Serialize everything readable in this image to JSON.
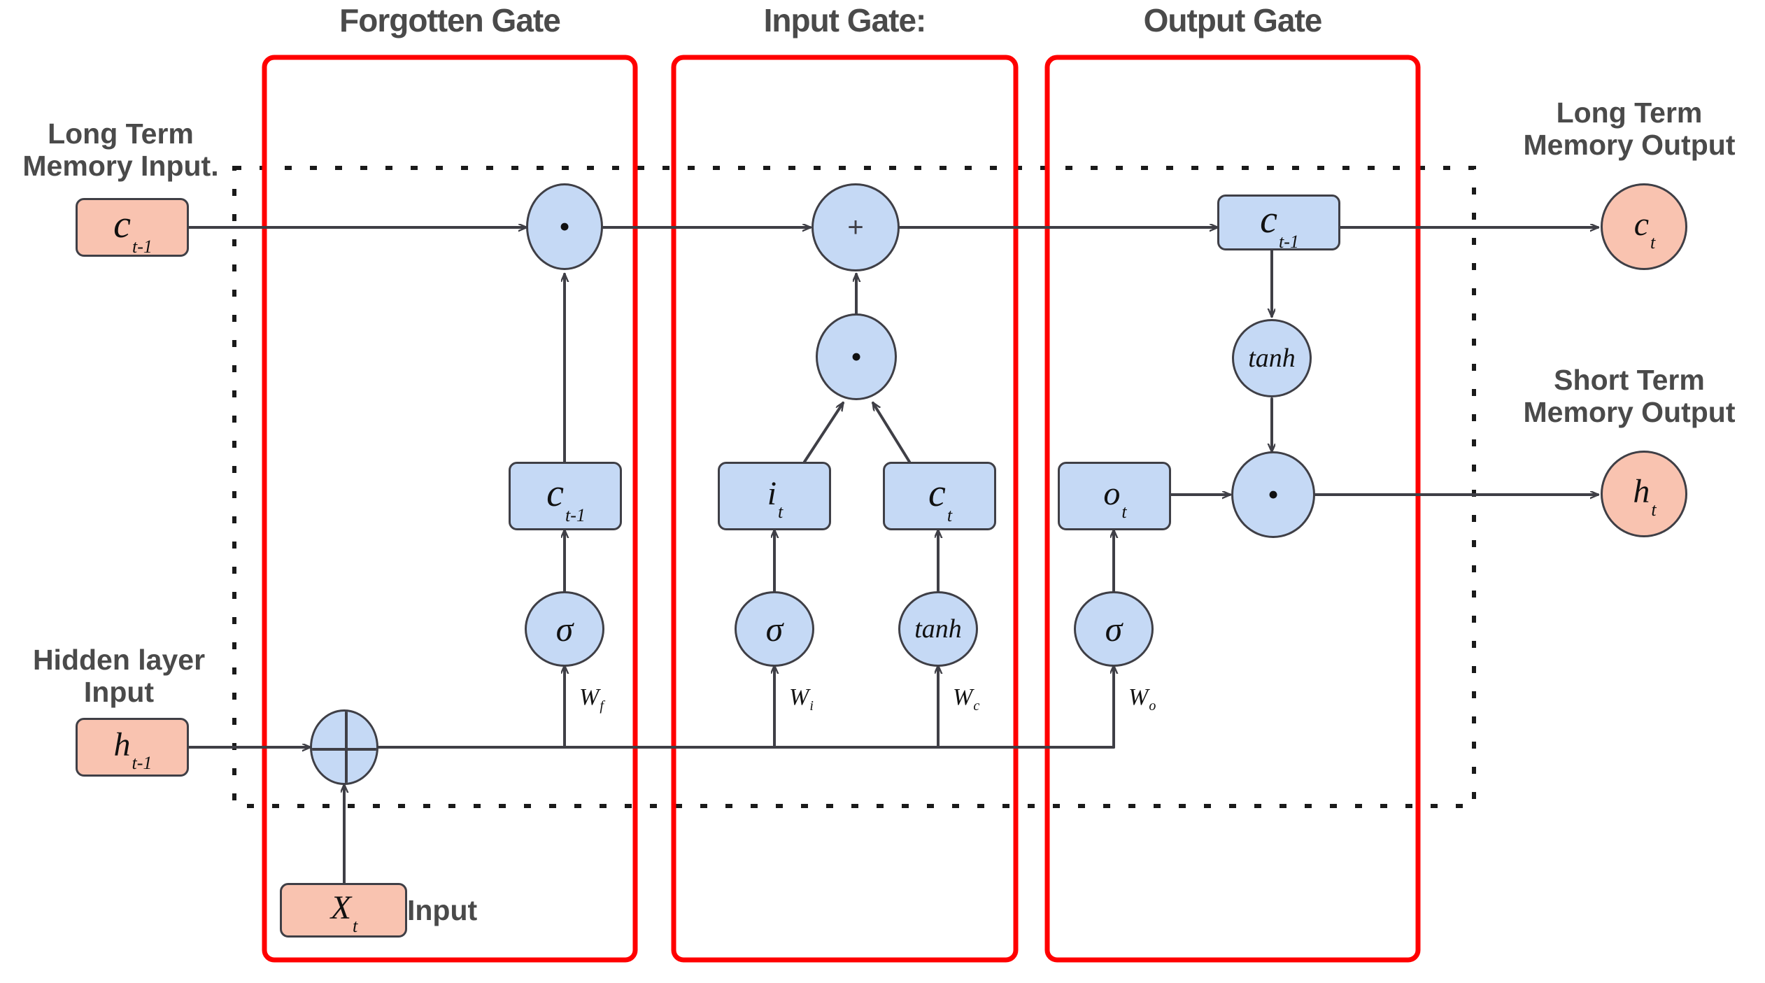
{
  "diagram": {
    "title_type": "LSTM cell architecture",
    "colors": {
      "gate_border": "#ff0000",
      "cell_boundary": "#1a1a1a",
      "node_blue": "#c5d9f5",
      "node_salmon": "#f9c3b0",
      "node_stroke": "#3f3f46",
      "text_gray": "#4a4a4a",
      "arrow": "#3f3f46"
    },
    "gates": [
      {
        "id": "forgotten",
        "label": "Forgotten Gate"
      },
      {
        "id": "input",
        "label": "Input Gate:"
      },
      {
        "id": "output",
        "label": "Output Gate"
      }
    ],
    "side_labels": {
      "long_term_input": "Long Term\nMemory Input.",
      "hidden_input": "Hidden layer\nInput",
      "long_term_output": "Long Term\nMemory Output",
      "short_term_output": "Short Term\nMemory Output",
      "input_x": "Input"
    },
    "nodes": {
      "c_prev_input": {
        "symbol": "c",
        "sub": "t-1",
        "shape": "rounded-rect",
        "fill": "salmon"
      },
      "h_prev_input": {
        "symbol": "h",
        "sub": "t-1",
        "shape": "rounded-rect",
        "fill": "salmon"
      },
      "x_input": {
        "symbol": "X",
        "sub": "t",
        "shape": "rounded-rect",
        "fill": "salmon"
      },
      "c_out": {
        "symbol": "c",
        "sub": "t",
        "shape": "circle",
        "fill": "salmon"
      },
      "h_out": {
        "symbol": "h",
        "sub": "t",
        "shape": "circle",
        "fill": "salmon"
      },
      "concat": {
        "symbol": "",
        "shape": "crossed-circle",
        "fill": "blue"
      },
      "mul_forget": {
        "symbol": "•",
        "shape": "circle",
        "fill": "blue"
      },
      "add_cell": {
        "symbol": "+",
        "shape": "circle",
        "fill": "blue"
      },
      "mul_input": {
        "symbol": "•",
        "shape": "circle",
        "fill": "blue"
      },
      "mul_output": {
        "symbol": "•",
        "shape": "circle",
        "fill": "blue"
      },
      "sigma_f": {
        "symbol": "σ",
        "shape": "circle",
        "fill": "blue"
      },
      "sigma_i": {
        "symbol": "σ",
        "shape": "circle",
        "fill": "blue"
      },
      "tanh_c": {
        "symbol": "tanh",
        "shape": "circle",
        "fill": "blue"
      },
      "sigma_o": {
        "symbol": "σ",
        "shape": "circle",
        "fill": "blue"
      },
      "tanh_out": {
        "symbol": "tanh",
        "shape": "circle",
        "fill": "blue"
      },
      "box_ct1_forget": {
        "symbol": "c",
        "sub": "t-1",
        "shape": "rounded-rect",
        "fill": "blue"
      },
      "box_it": {
        "symbol": "i",
        "sub": "t",
        "shape": "rounded-rect",
        "fill": "blue"
      },
      "box_ct": {
        "symbol": "c",
        "sub": "t",
        "shape": "rounded-rect",
        "fill": "blue"
      },
      "box_ot": {
        "symbol": "o",
        "sub": "t",
        "shape": "rounded-rect",
        "fill": "blue"
      },
      "box_ct1_output": {
        "symbol": "c",
        "sub": "t-1",
        "shape": "rounded-rect",
        "fill": "blue"
      }
    },
    "weights": [
      {
        "id": "w_f",
        "symbol": "W",
        "sub": "f"
      },
      {
        "id": "w_i",
        "symbol": "W",
        "sub": "i"
      },
      {
        "id": "w_c",
        "symbol": "W",
        "sub": "c"
      },
      {
        "id": "w_o",
        "symbol": "W",
        "sub": "o"
      }
    ]
  }
}
